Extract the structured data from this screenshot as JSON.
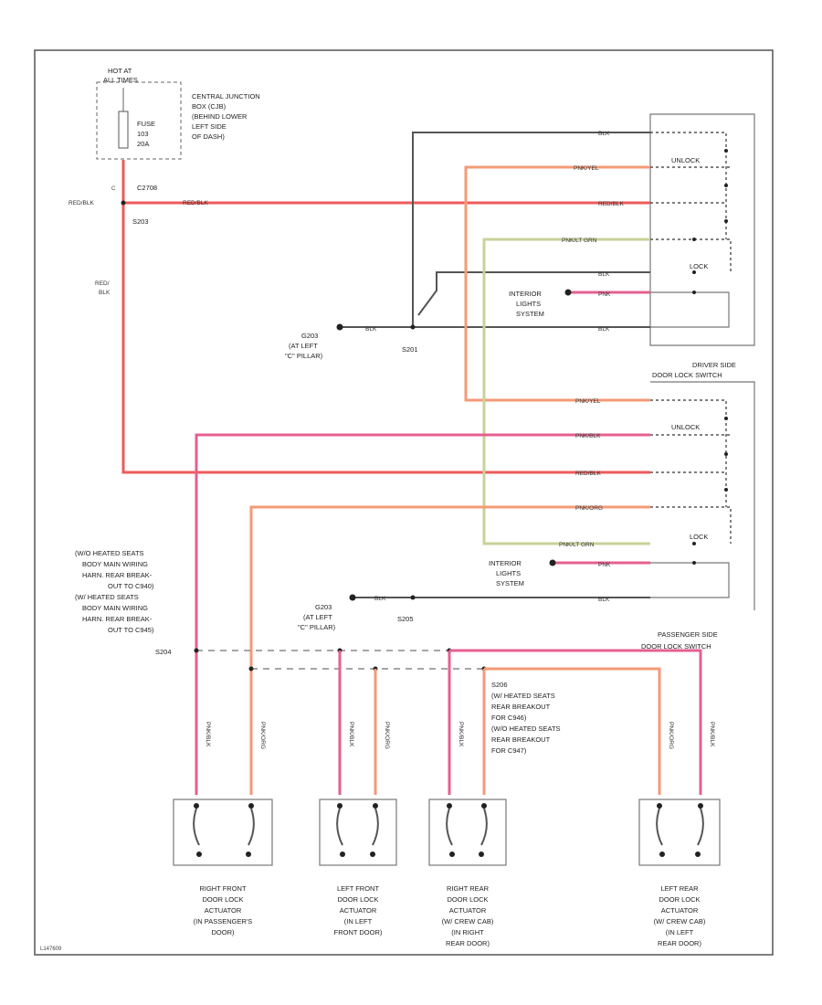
{
  "fuse_panel": {
    "hot_label": [
      "HOT AT",
      "ALL TIMES"
    ],
    "fuse_label": [
      "FUSE",
      "103",
      "20A"
    ],
    "desc": [
      "CENTRAL JUNCTION",
      "BOX (CJB)",
      "(BEHIND LOWER",
      "LEFT SIDE",
      "OF DASH)"
    ],
    "pin": "C",
    "connector": "C2708"
  },
  "splices": {
    "s203_label": "S203",
    "s201_label": "S201",
    "s205_label": "S205",
    "s206_label": "S206",
    "s204_label": "S204"
  },
  "grounds": {
    "g203": [
      "G203",
      "(AT LEFT",
      "\"C\" PILLAR)"
    ],
    "g203_b": [
      "G203",
      "(AT LEFT",
      "\"C\" PILLAR)"
    ]
  },
  "wire_labels": {
    "red_blk": "RED/BLK",
    "red_blk_vertical": [
      "RED/",
      "BLK"
    ],
    "blk": "BLK",
    "pnk_yel": "PNK/YEL",
    "pnk_lt_grn": "PNK/LT GRN",
    "pnk": "PNK",
    "pnk_blk": "PNK/BLK",
    "pnk_org": "PNK/ORG"
  },
  "switches": {
    "unlock": "UNLOCK",
    "lock": "LOCK",
    "interior_lights": [
      "INTERIOR",
      "LIGHTS",
      "SYSTEM"
    ],
    "driver_side": [
      "DRIVER SIDE",
      "DOOR LOCK SWITCH"
    ],
    "passenger_side": [
      "PASSENGER SIDE",
      "DOOR LOCK SWITCH"
    ]
  },
  "notes": {
    "left_note": [
      "(W/O HEATED SEATS",
      "BODY MAIN WIRING",
      "HARN. REAR BREAK-",
      "OUT TO C940)",
      "(W/ HEATED SEATS",
      "BODY MAIN WIRING",
      "HARN. REAR BREAK-",
      "OUT TO C945)"
    ],
    "right_note": [
      "S206",
      "(W/ HEATED SEATS",
      "REAR BREAKOUT",
      "FOR C946)",
      "(W/O HEATED SEATS",
      "REAR BREAKOUT",
      "FOR C947)"
    ]
  },
  "actuators": [
    {
      "caption": [
        "RIGHT FRONT",
        "DOOR LOCK",
        "ACTUATOR",
        "(IN PASSENGER'S",
        "DOOR)"
      ]
    },
    {
      "caption": [
        "LEFT FRONT",
        "DOOR LOCK",
        "ACTUATOR",
        "(IN LEFT",
        "FRONT DOOR)"
      ]
    },
    {
      "caption": [
        "RIGHT REAR",
        "DOOR LOCK",
        "ACTUATOR",
        "(W/ CREW CAB)",
        "(IN RIGHT",
        "REAR DOOR)"
      ]
    },
    {
      "caption": [
        "LEFT REAR",
        "DOOR LOCK",
        "ACTUATOR",
        "(W/ CREW CAB)",
        "(IN LEFT",
        "REAR DOOR)"
      ]
    }
  ],
  "footer_id": "L147609",
  "colors": {
    "red_blk": "#ef5a5a",
    "pnk_blk": "#e56090",
    "pnk_yel": "#f49a76",
    "pnk_lt_grn": "#c8d29a",
    "blk": "#555555"
  }
}
